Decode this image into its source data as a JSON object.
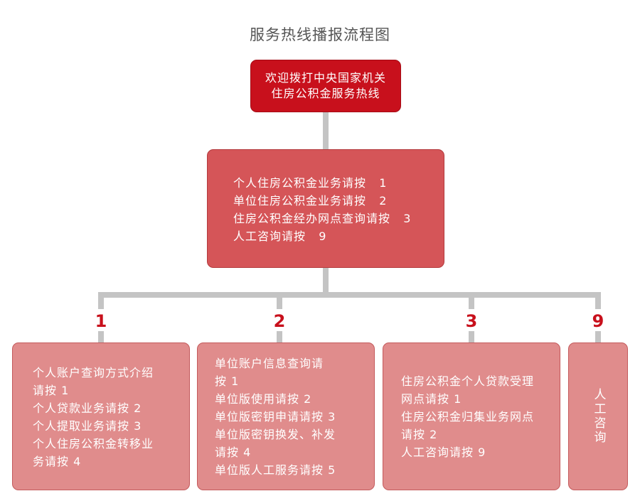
{
  "title": "服务热线播报流程图",
  "top_box": {
    "line1": "欢迎拨打中央国家机关",
    "line2": "住房公积金服务热线"
  },
  "main_menu": [
    "个人住房公积金业务请按   1",
    "单位住房公积金业务请按   2",
    "住房公积金经办网点查询请按   3",
    "人工咨询请按   9"
  ],
  "branches": [
    {
      "number": "1",
      "text": "个人账户查询方式介绍\n请按   1\n个人贷款业务请按   2\n个人提取业务请按   3\n个人住房公积金转移业\n务请按   4"
    },
    {
      "number": "2",
      "text": "单位账户信息查询请\n按   1\n单位版使用请按   2\n单位版密钥申请请按   3\n单位版密钥换发、补发\n请按   4\n单位版人工服务请按   5"
    },
    {
      "number": "3",
      "text": "住房公积金个人贷款受理\n网点请按  1\n住房公积金归集业务网点\n请按   2\n人工咨询请按   9"
    },
    {
      "number": "9",
      "text": "人工咨询"
    }
  ],
  "colors": {
    "top_box": "#c8101c",
    "main_box": "#d55558",
    "sub_box": "#e08c8c",
    "connector": "#c4c4c4",
    "number": "#c8101c"
  }
}
